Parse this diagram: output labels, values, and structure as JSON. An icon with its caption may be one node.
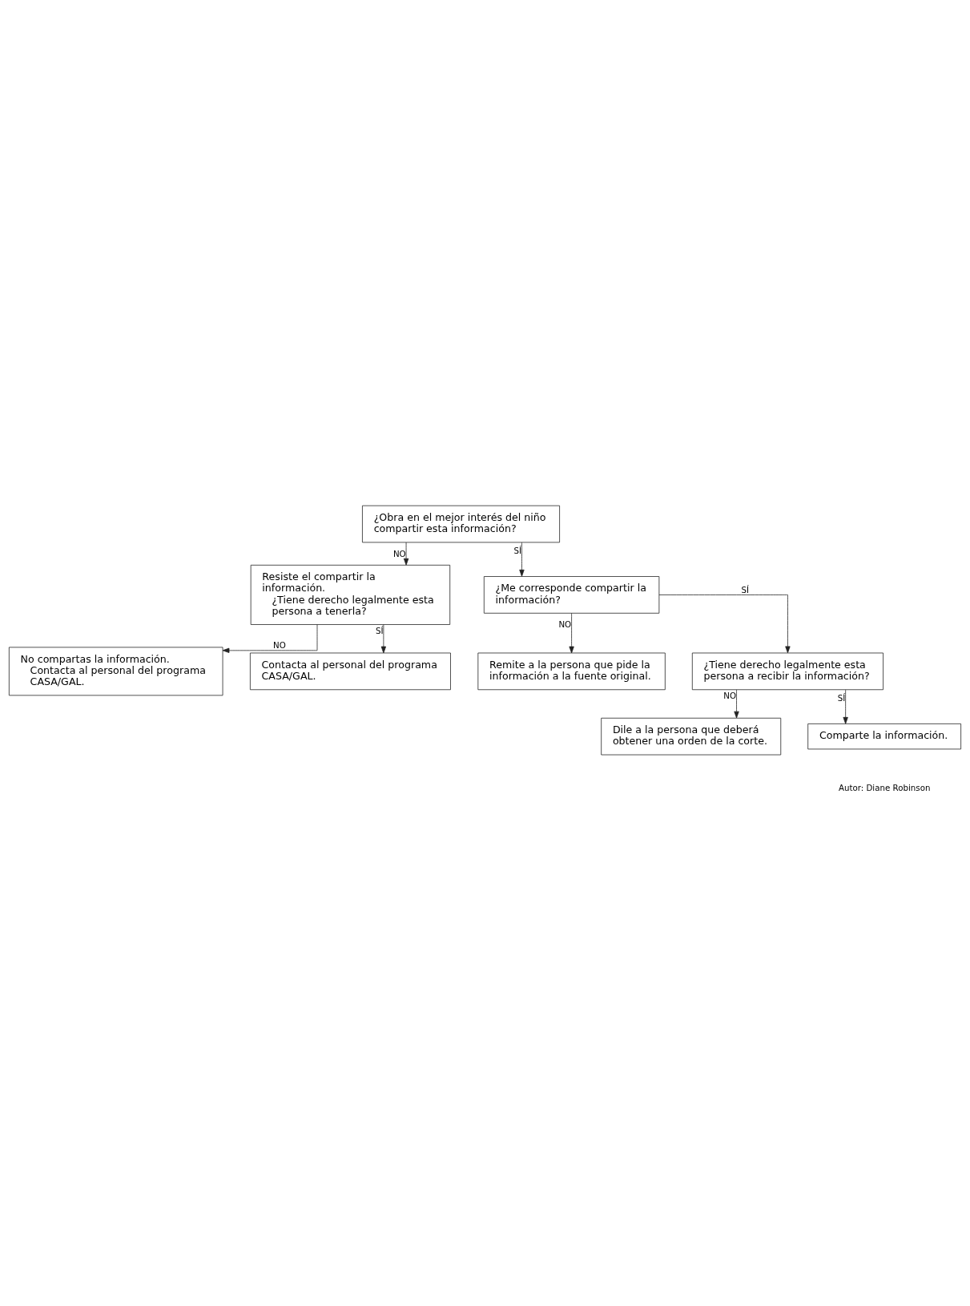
{
  "diagram": {
    "nodes": [
      {
        "text": [
          "¿Obra en el mejor interés del niño compartir esta información?"
        ]
      },
      {
        "text": [
          "Resiste el compartir la información.",
          "¿Tiene derecho legalmente esta persona a tenerla?"
        ]
      },
      {
        "text": [
          "No compartas la información.",
          "Contacta al personal del programa CASA/GAL."
        ]
      },
      {
        "text": [
          "Contacta al personal del programa CASA/GAL."
        ]
      },
      {
        "text": [
          "¿Me corresponde compartir la información?"
        ]
      },
      {
        "text": [
          "Remite a la persona que pide la información a la fuente original."
        ]
      },
      {
        "text": [
          "¿Tiene derecho legalmente esta persona a recibir la información?"
        ]
      },
      {
        "text": [
          "Dile a la persona que deberá obtener una orden de la corte."
        ]
      },
      {
        "text": [
          "Comparte la información."
        ]
      }
    ],
    "edges": [
      {
        "from": 0,
        "to": 1,
        "arrow": "to",
        "label": "NO"
      },
      {
        "from": 1,
        "to": 2,
        "arrow": "to",
        "label": "NO"
      },
      {
        "from": 1,
        "to": 3,
        "arrow": "to",
        "label": "SÍ"
      },
      {
        "from": 0,
        "to": 4,
        "arrow": "to",
        "label": "SÍ"
      },
      {
        "from": 4,
        "to": 5,
        "arrow": "to",
        "label": "NO"
      },
      {
        "from": 4,
        "to": 6,
        "arrow": "to",
        "label": "SÍ"
      },
      {
        "from": 6,
        "to": 7,
        "arrow": "to",
        "label": "NO"
      },
      {
        "from": 6,
        "to": 8,
        "arrow": "to",
        "label": "SÍ"
      }
    ],
    "labels": [
      "Autor: Diane Robinson"
    ]
  }
}
